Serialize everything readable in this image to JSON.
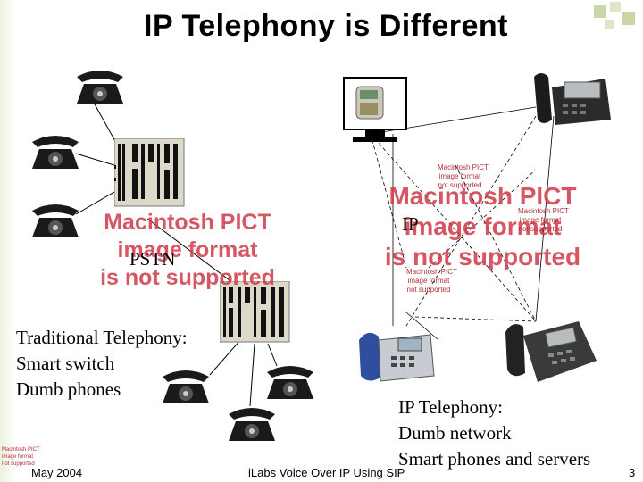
{
  "slide": {
    "title": "IP Telephony is Different",
    "pict_placeholder": [
      "Macintosh PICT",
      "image format",
      "is not supported"
    ],
    "pict_placeholder_small": [
      "Macintosh PICT",
      "image format",
      "not supported"
    ],
    "labels": {
      "pstn": "PSTN",
      "ip": "IP",
      "traditional": [
        "Traditional Telephony:",
        "Smart switch",
        "Dumb phones"
      ],
      "ip_telephony": [
        "IP Telephony:",
        "Dumb network",
        "Smart phones and servers"
      ]
    },
    "footer": {
      "date": "May 2004",
      "center": "iLabs Voice Over IP Using SIP",
      "page_number": "3"
    },
    "icons": {
      "rotary_phone": "rotary-phone-icon",
      "pbx_switch": "telephone-switch-icon",
      "pc_softphone": "computer-softphone-icon",
      "ip_phone": "ip-phone-icon"
    },
    "colors": {
      "pict_text": "#d03a48",
      "phone_black": "#1a1a1a",
      "ip_phone_blue": "#2e4f9e",
      "corner_square": "#c9d7a7"
    }
  }
}
